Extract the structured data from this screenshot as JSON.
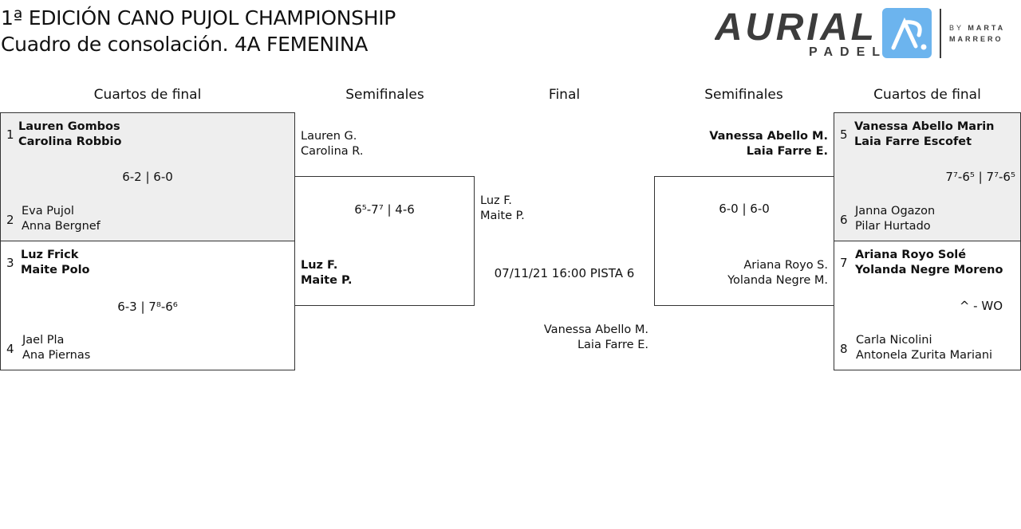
{
  "title": {
    "line1": "1ª EDICIÓN CANO PUJOL CHAMPIONSHIP",
    "line2": "Cuadro de consolación. 4A FEMENINA"
  },
  "logo": {
    "brand": "AURIAL",
    "sub": "PADEL",
    "by": "BY MARTA",
    "by2": "MARRERO",
    "accent": "#6cb4ee"
  },
  "headers": [
    "Cuartos de final",
    "Semifinales",
    "Final",
    "Semifinales",
    "Cuartos de final"
  ],
  "left_qf": [
    {
      "seed_a": "1",
      "a1": "Lauren Gombos",
      "a2": "Carolina Robbio",
      "score": "6-2 | 6-0",
      "seed_b": "2",
      "b1": "Eva Pujol",
      "b2": "Anna Bergnef"
    },
    {
      "seed_a": "3",
      "a1": "Luz Frick",
      "a2": "Maite Polo",
      "score": "6-3 | 7⁸-6⁶",
      "seed_b": "4",
      "b1": "Jael Pla",
      "b2": "Ana Piernas"
    }
  ],
  "left_sf": {
    "a1": "Lauren G.",
    "a2": "Carolina R.",
    "score": "6⁵-7⁷ | 4-6",
    "b1": "Luz F.",
    "b2": "Maite P."
  },
  "final": {
    "a1": "Luz F.",
    "a2": "Maite P.",
    "info": "07/11/21 16:00 PISTA 6",
    "b1": "Vanessa Abello M.",
    "b2": "Laia Farre E."
  },
  "right_sf": {
    "a1": "Vanessa Abello M.",
    "a2": "Laia Farre E.",
    "score": "6-0 | 6-0",
    "b1": "Ariana Royo S.",
    "b2": "Yolanda Negre M."
  },
  "right_qf": [
    {
      "seed_a": "5",
      "a1": "Vanessa Abello Marin",
      "a2": "Laia Farre Escofet",
      "score": "7⁷-6⁵ | 7⁷-6⁵",
      "seed_b": "6",
      "b1": "Janna Ogazon",
      "b2": "Pilar Hurtado"
    },
    {
      "seed_a": "7",
      "a1": "Ariana Royo Solé",
      "a2": "Yolanda Negre Moreno",
      "score": "^ - WO",
      "seed_b": "8",
      "b1": "Carla Nicolini",
      "b2": "Antonela Zurita Mariani"
    }
  ]
}
